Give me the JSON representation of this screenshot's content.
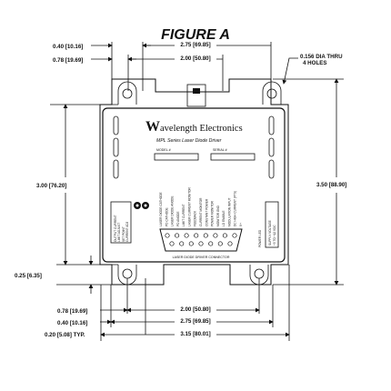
{
  "figure_title": "FIGURE A",
  "brand": {
    "logo_letter": "W",
    "name": "avelength Electronics",
    "subtitle": "MPL Series Laser Diode Driver"
  },
  "labels": {
    "model": "MODEL #",
    "serial": "SERIAL #",
    "connector": "LASER DIODE DRIVER CONNECTOR",
    "power_led": "POWER LED",
    "supply_voltage_1": "SUPPLY VOLTAGE",
    "supply_voltage_2": "+5 TO +12 VDC",
    "left_block_1": "OUTPUT CURRENT",
    "left_block_2": "LIMIT ADJUST",
    "left_block_3": "SET POINT",
    "left_block_4": "CURRENT ADJ"
  },
  "pin_labels": [
    "LASER DIODE CATHODE",
    "PD CATHODE",
    "LASER DIODE ANODE",
    "PD ANODE",
    "LIMIT CURRENT",
    "LASER CURRENT MONITOR",
    "FEEDBACK",
    "CURRENT MONITOR",
    "CONSTANT POWER",
    "POWER MONITOR",
    "MONITOR GND",
    "LD ENABLE",
    "MODULATION INPUT",
    "DC HIGH CURRENT (FTS)",
    "V+"
  ],
  "callout": {
    "line1": "0.156 DIA THRU",
    "line2": "4 HOLES"
  },
  "dimensions": {
    "top_left_1": "0.40 [10.16]",
    "top_left_2": "0.78 [19.69]",
    "top_width_outer": "2.75 [69.85]",
    "top_width_inner": "2.00 [50.80]",
    "left_height": "3.00 [76.20]",
    "right_height": "3.50 [88.90]",
    "left_bottom": "0.25 [6.35]",
    "bottom_left_1": "0.78 [19.69]",
    "bottom_left_2": "0.40 [10.16]",
    "bottom_left_3": "0.20 [5.08] TYP.",
    "bottom_width_inner": "2.00 [50.80]",
    "bottom_width_mid": "2.75 [69.85]",
    "bottom_width_outer": "3.15 [80.01]"
  }
}
